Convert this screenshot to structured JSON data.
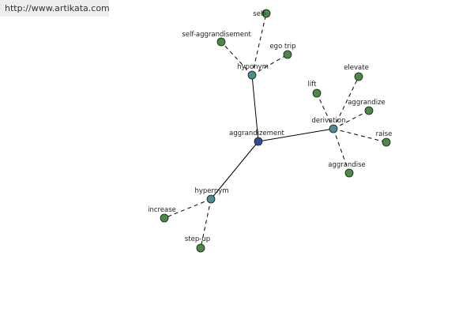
{
  "source_url": "http://www.artikata.com",
  "colors": {
    "root": "#334a96",
    "category": "#4a8c92",
    "leaf": "#4a8a45",
    "edge": "#000000"
  },
  "graph": {
    "root": {
      "label": "aggrandizement"
    },
    "categories": [
      {
        "label": "hyponym",
        "leaves": [
          "self-",
          "self-aggrandisement",
          "ego trip"
        ]
      },
      {
        "label": "derivation",
        "leaves": [
          "lift",
          "elevate",
          "aggrandize",
          "raise",
          "aggrandise"
        ]
      },
      {
        "label": "hypernym",
        "leaves": [
          "increase",
          "step-up"
        ]
      }
    ]
  }
}
